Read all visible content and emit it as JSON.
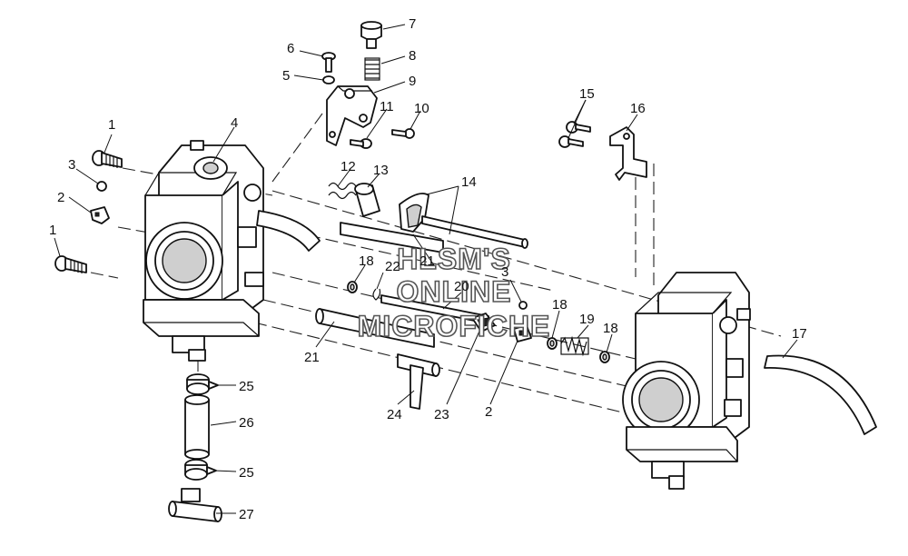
{
  "callouts": [
    "1",
    "1",
    "2",
    "2",
    "3",
    "3",
    "4",
    "5",
    "6",
    "7",
    "8",
    "9",
    "10",
    "11",
    "12",
    "13",
    "14",
    "15",
    "16",
    "17",
    "18",
    "18",
    "18",
    "19",
    "20",
    "21",
    "21",
    "22",
    "23",
    "24",
    "25",
    "25",
    "26",
    "27"
  ],
  "watermark": {
    "line1": "HLSM'S",
    "line2": "ONLINE",
    "line3": "MICROFICHE"
  }
}
